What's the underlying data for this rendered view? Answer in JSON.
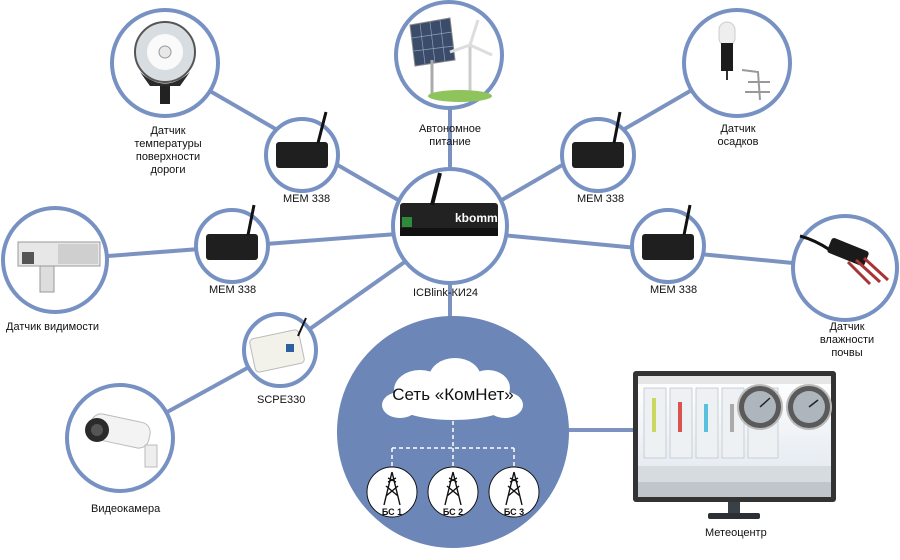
{
  "hub": {
    "label": "ICBlink-КИ24",
    "logo": "kbomm"
  },
  "nodes": {
    "road_temp_sensor": "Датчик температуры поверхности дороги",
    "autonomous_power": "Автономное питание",
    "rain_sensor": "Датчик осадков",
    "visibility_sensor": "Датчик видимости",
    "soil_moisture_sensor": "Датчик влажности почвы",
    "video_camera": "Видеокамера",
    "weather_center": "Метеоцентр"
  },
  "modems": {
    "mem_top_left": "MEM 338",
    "mem_top_right": "MEM 338",
    "mem_left": "MEM 338",
    "mem_right": "MEM 338",
    "scpe": "SCPE330"
  },
  "network": {
    "cloud_label": "Сеть «КомНет»",
    "stations": [
      "БС 1",
      "БС 2",
      "БС 3"
    ]
  },
  "colors": {
    "link": "#7c93c2",
    "ring": "#7791c2",
    "network_fill": "#6b86b7"
  }
}
